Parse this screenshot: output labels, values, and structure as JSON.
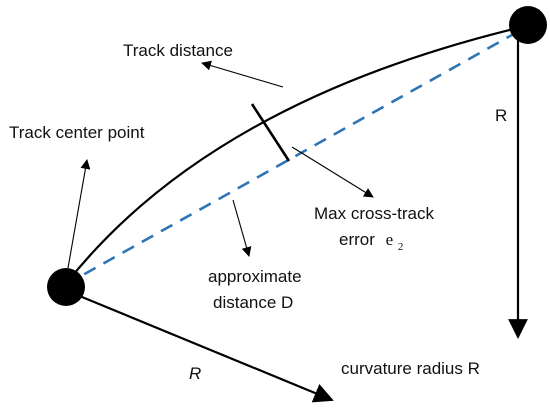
{
  "labels": {
    "track_distance": "Track distance",
    "track_center_point": "Track center point",
    "max_cross_track_line1": "Max cross-track",
    "max_cross_track_line2": "error",
    "error_symbol": "e",
    "error_subscript": "2",
    "approx_line1": "approximate",
    "approx_line2": "distance D",
    "r_vertical": "R",
    "r_diagonal": "R",
    "curvature_radius": "curvature radius R"
  },
  "colors": {
    "chord_dash": "#2e75b6",
    "ink": "#000000"
  },
  "icons": {
    "point": "filled-circle"
  }
}
